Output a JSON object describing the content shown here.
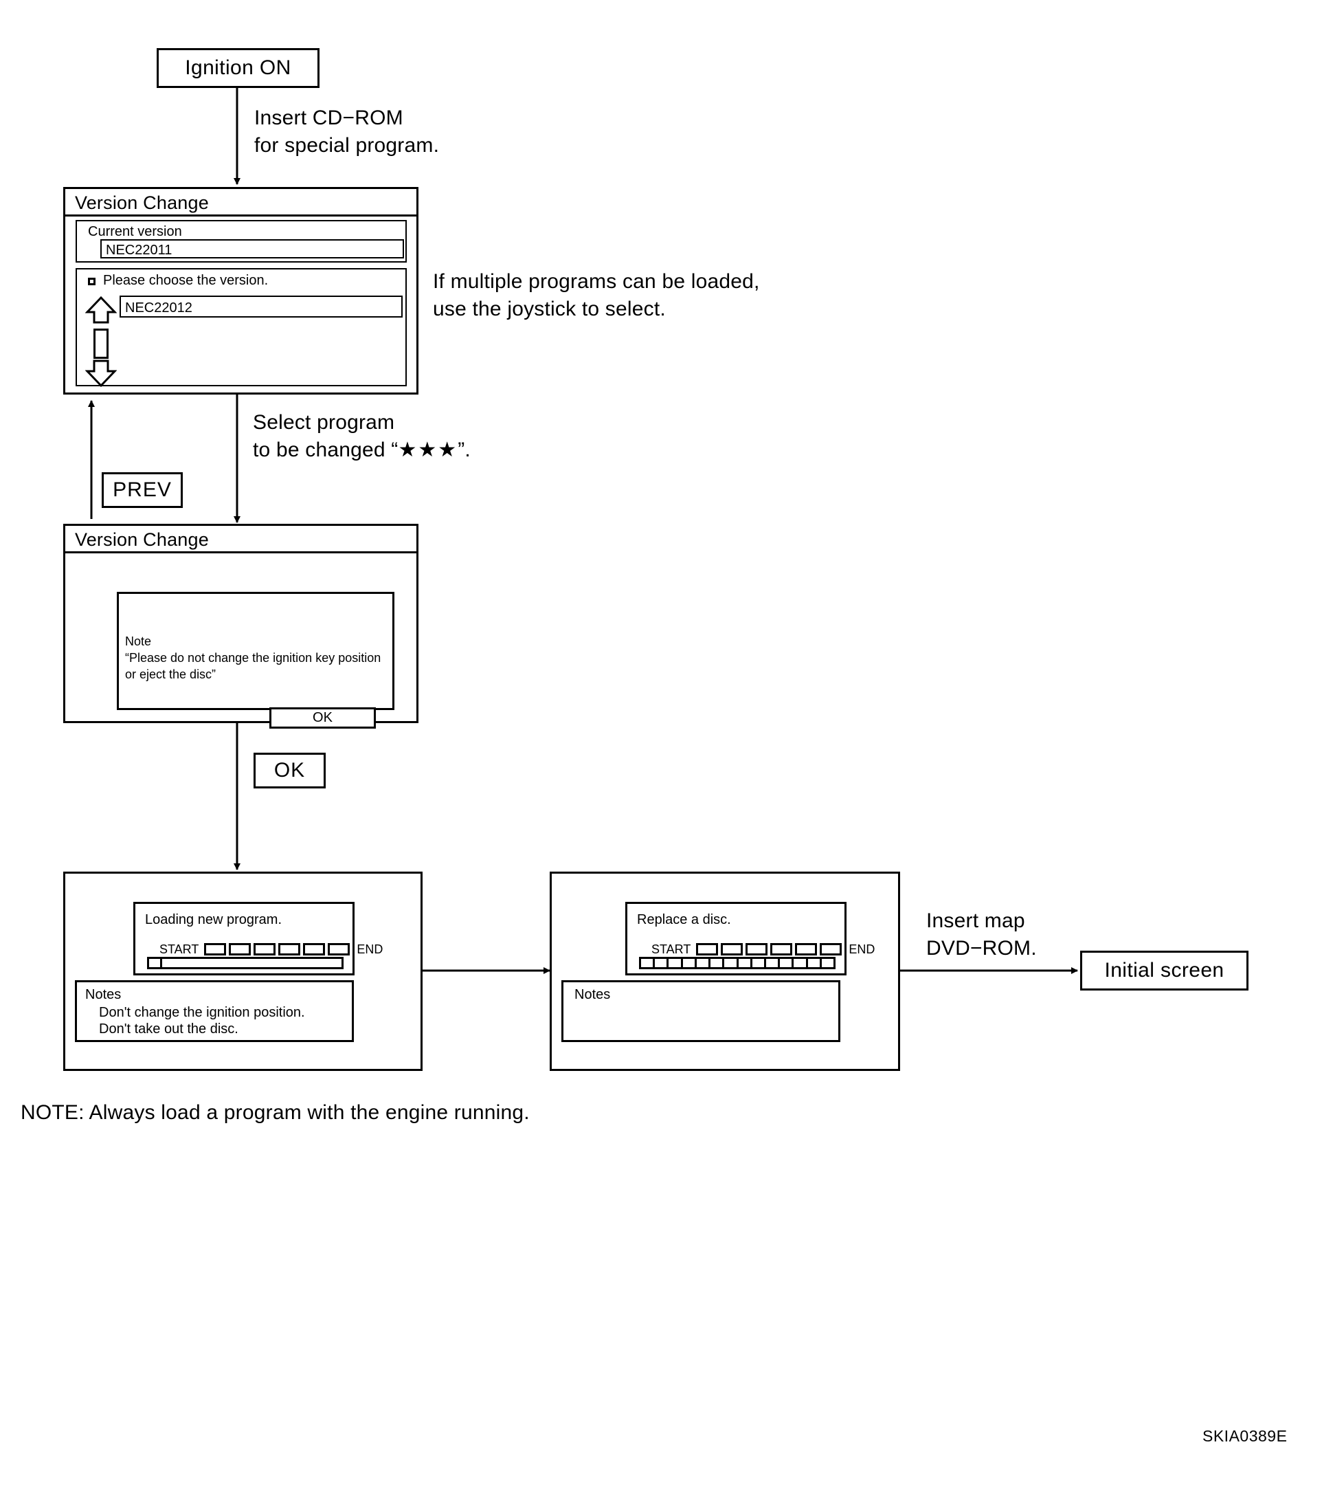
{
  "figure": {
    "code": "SKIA0389E",
    "bottom_note": "NOTE: Always load a program with the engine running."
  },
  "nodes": {
    "ignition": {
      "label": "Ignition ON"
    },
    "initial_screen": {
      "label": "Initial screen"
    }
  },
  "transitions": {
    "insert_cdrom": "Insert CD−ROM\nfor special program.",
    "select_program": "Select program\nto be changed “",
    "select_program_stars": "★★★",
    "select_program_tail": "”.",
    "prev_button": "PREV",
    "ok_button": "OK",
    "multiple_programs": "If multiple programs can be loaded,\nuse the joystick to select.",
    "insert_map_dvd": "Insert map\nDVD−ROM."
  },
  "version_select_dialog": {
    "title": "Version Change",
    "current_version_label": "Current version",
    "current_version_value": "NEC22011",
    "choose_prompt": "Please choose the version.",
    "selected_version_value": "NEC22012",
    "scroll_up_icon": "scroll-up-arrow",
    "scroll_down_icon": "scroll-down-arrow"
  },
  "version_confirm_dialog": {
    "title": "Version Change",
    "note_heading": "Note",
    "note_body_line1": "“Please do not change the ignition key position",
    "note_body_line2": "or eject the disc”",
    "ok_label": "OK"
  },
  "loading_screen": {
    "status": "Loading new program.",
    "progress_start_label": "START",
    "progress_end_label": "END",
    "tick_count": 6,
    "progress_percent": 4,
    "notes_heading": "Notes",
    "notes_line1": "Don't change the ignition position.",
    "notes_line2": "Don't take out the disc."
  },
  "replace_disc_screen": {
    "status": "Replace a disc.",
    "progress_start_label": "START",
    "progress_end_label": "END",
    "tick_count": 6,
    "progress_percent": 100,
    "progress_segments": 14,
    "notes_heading": "Notes",
    "notes_body": ""
  },
  "colors": {
    "ink": "#000000",
    "paper": "#ffffff"
  }
}
